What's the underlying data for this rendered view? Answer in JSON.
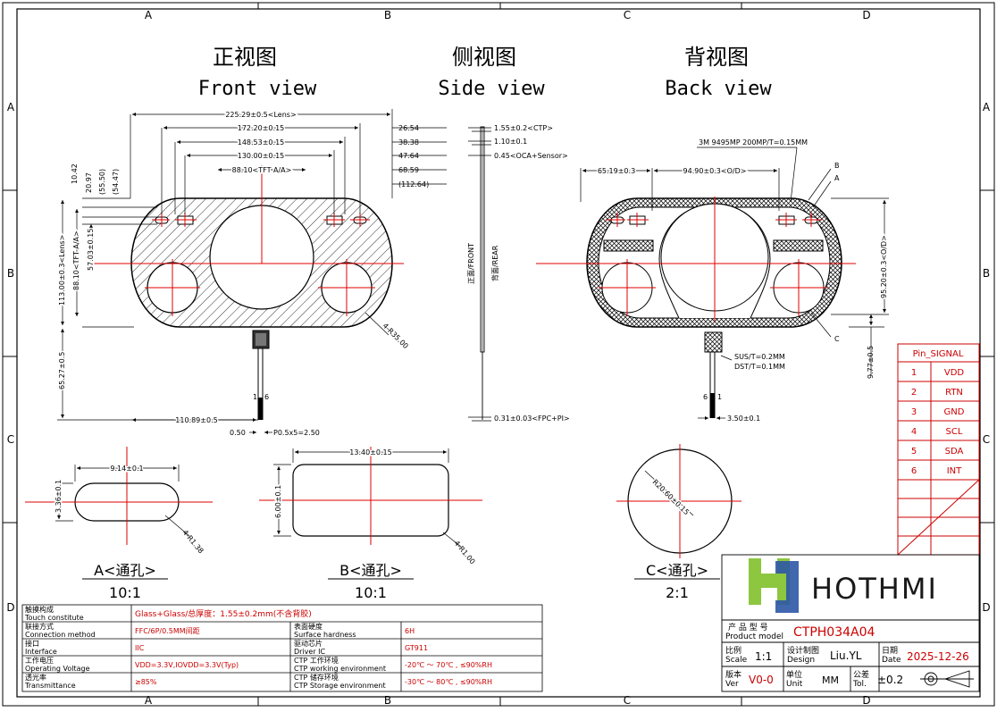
{
  "border": {
    "cols": [
      "A",
      "B",
      "C",
      "D"
    ],
    "rows": [
      "A",
      "B",
      "C",
      "D"
    ]
  },
  "views": {
    "front_cn": "正视图",
    "front_en": "Front view",
    "side_cn": "侧视图",
    "side_en": "Side view",
    "back_cn": "背视图",
    "back_en": "Back view"
  },
  "front_dims": {
    "lens_w": "225.29±0.5<Lens>",
    "d172": "172.20±0.15",
    "d148": "148.53±0.15",
    "d130": "130.00±0.15",
    "tft_aa": "88.10<TFT A/A>",
    "r26": "26.54",
    "r38": "38.38",
    "r47": "47.64",
    "r68": "68.59",
    "r112": "(112.64)",
    "v10": "10.42",
    "v20": "20.97",
    "v55": "(55.50)",
    "v54": "(54.47)",
    "h113": "113.00±0.3<Lens>",
    "h88": "88.10<TFT A/A>",
    "h57": "57.03±0.15",
    "h65": "65.27±0.5",
    "radius": "4-R35.00",
    "fpc_off": "110.89±0.5",
    "pitch_a": "0.50",
    "pitch_b": "P0.5x5=2.50",
    "pin1": "1",
    "pin6": "6"
  },
  "side_dims": {
    "t1": "1.55±0.2<CTP>",
    "t2": "1.10±0.1",
    "t3": "0.45<OCA+Sensor>",
    "t4": "0.31±0.03<FPC+PI>",
    "front": "正面/FRONT",
    "rear": "背面/REAR"
  },
  "back_dims": {
    "tape": "3M 9495MP 200MP/T=0.15MM",
    "w65": "65.19±0.3",
    "od": "94.90±0.3<O/D>",
    "lb": "B",
    "la": "A",
    "lc": "C",
    "h95": "95.20±0.3<O/D>",
    "h9": "9.77±0.5",
    "sus": "SUS/T=0.2MM",
    "dst": "DST/T=0.1MM",
    "w3": "3.50±0.1",
    "pin6": "6",
    "pin1": "1"
  },
  "details": {
    "a_w": "9.14±0.1",
    "a_h": "3.36±0.1",
    "a_r": "4-R1.38",
    "a_label": "A<通孔>",
    "a_scale": "10:1",
    "b_w": "13.40±0.15",
    "b_h": "6.00±0.1",
    "b_r": "4-R1.00",
    "b_label": "B<通孔>",
    "b_scale": "10:1",
    "c_r": "R20.60±0.15",
    "c_label": "C<通孔>",
    "c_scale": "2:1"
  },
  "pins": {
    "header": "Pin_SIGNAL",
    "rows": [
      {
        "n": "1",
        "s": "VDD"
      },
      {
        "n": "2",
        "s": "RTN"
      },
      {
        "n": "3",
        "s": "GND"
      },
      {
        "n": "4",
        "s": "SCL"
      },
      {
        "n": "5",
        "s": "SDA"
      },
      {
        "n": "6",
        "s": "INT"
      }
    ]
  },
  "specs": [
    {
      "cn": "触摸构成",
      "en": "Touch constitute",
      "value": "Glass+Glass/总厚度：1.55±0.2mm(不含背胶)"
    },
    {
      "cn": "联接方式",
      "en": "Connection method",
      "value": "FFC/6P/0.5MM间距",
      "cn2": "表面硬度",
      "en2": "Surface hardness",
      "value2": "6H"
    },
    {
      "cn": "接口",
      "en": "Interface",
      "value": "IIC",
      "cn2": "驱动芯片",
      "en2": "Driver IC",
      "value2": "GT911"
    },
    {
      "cn": "工作电压",
      "en": "Operating Voltage",
      "value": "VDD=3.3V,IOVDD=3.3V(Typ)",
      "cn2": "CTP 工作环境",
      "en2": "CTP working environment",
      "value2": "-20℃ ～ 70℃ ,  ≤90%RH"
    },
    {
      "cn": "透光率",
      "en": "Transmittance",
      "value": "≥85%",
      "cn2": "CTP 储存环境",
      "en2": "CTP Storage environment",
      "value2": "-30℃ ～ 80℃ ,  ≤90%RH"
    }
  ],
  "title_block": {
    "logo": "HOTHMI",
    "model_cn": "产 品 型 号",
    "model_en": "Product model",
    "model": "CTPH034A04",
    "scale_cn": "比例",
    "scale_en": "Scale",
    "scale": "1:1",
    "design_cn": "设计制图",
    "design_en": "Design",
    "designer": "Liu.YL",
    "date_cn": "日期",
    "date_en": "Date",
    "date": "2025-12-26",
    "ver_cn": "版本",
    "ver_en": "Ver",
    "ver": "V0-0",
    "unit_cn": "单位",
    "unit_en": "Unit",
    "unit": "MM",
    "tol_cn": "公差",
    "tol_en": "Tol.",
    "tol": "±0.2"
  },
  "colors": {
    "red": "#e00000",
    "line": "#000000",
    "rowtext": "#cc0000",
    "logo_green": "#8dc63f",
    "logo_blue": "#2c56a5"
  }
}
